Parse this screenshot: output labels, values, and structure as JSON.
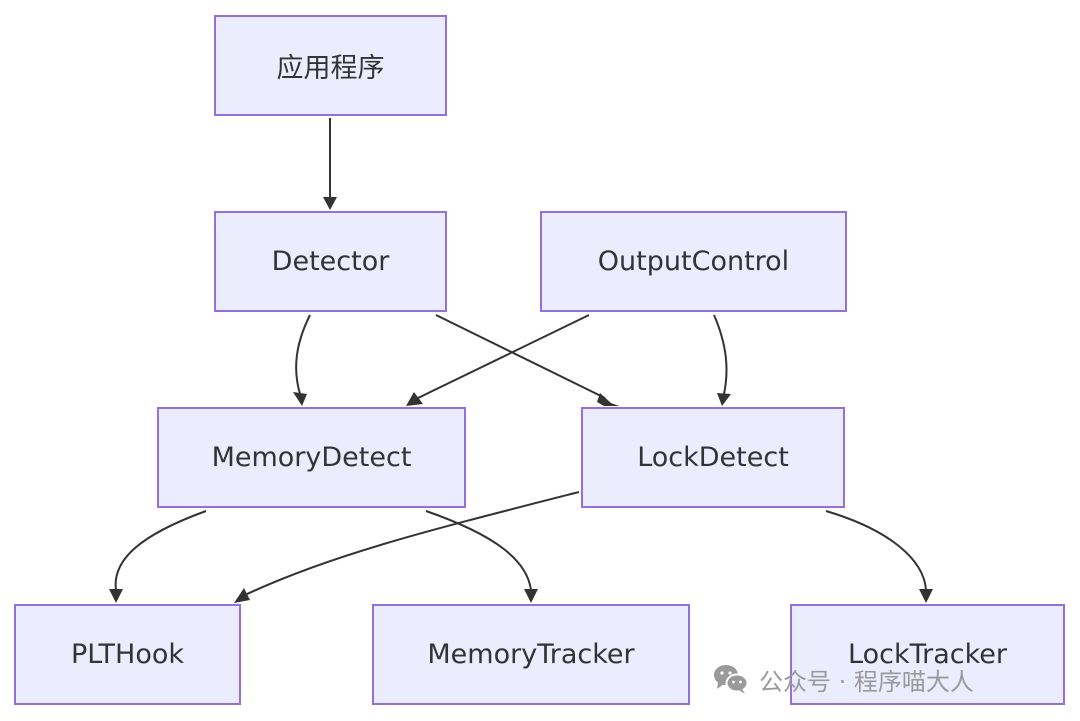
{
  "nodes": {
    "app": "应用程序",
    "detector": "Detector",
    "output_control": "OutputControl",
    "memory_detect": "MemoryDetect",
    "lock_detect": "LockDetect",
    "plt_hook": "PLTHook",
    "memory_tracker": "MemoryTracker",
    "lock_tracker": "LockTracker"
  },
  "edges": [
    {
      "from": "应用程序",
      "to": "Detector"
    },
    {
      "from": "Detector",
      "to": "MemoryDetect"
    },
    {
      "from": "Detector",
      "to": "LockDetect"
    },
    {
      "from": "OutputControl",
      "to": "MemoryDetect"
    },
    {
      "from": "OutputControl",
      "to": "LockDetect"
    },
    {
      "from": "MemoryDetect",
      "to": "PLTHook"
    },
    {
      "from": "MemoryDetect",
      "to": "MemoryTracker"
    },
    {
      "from": "LockDetect",
      "to": "PLTHook"
    },
    {
      "from": "LockDetect",
      "to": "LockTracker"
    }
  ],
  "colors": {
    "node_fill": "#ececff",
    "node_border": "#9370db",
    "edge": "#333333",
    "watermark": "#9a9a9a"
  },
  "watermark": {
    "icon": "wechat-icon",
    "text": "公众号 · 程序喵大人"
  }
}
